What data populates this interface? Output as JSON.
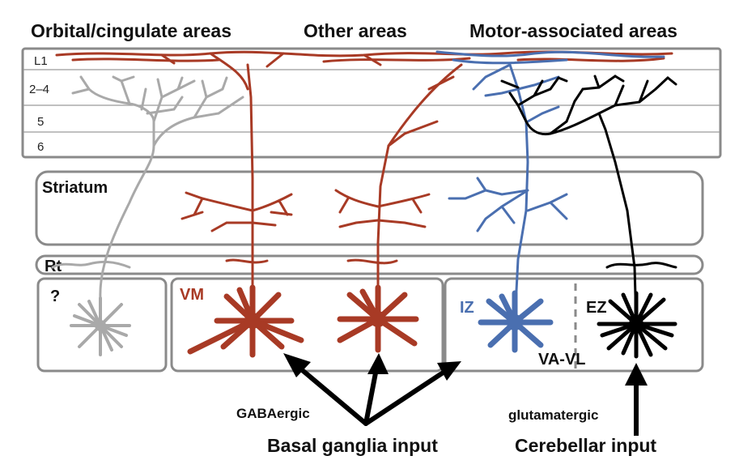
{
  "headers": {
    "orbital": "Orbital/cingulate areas",
    "other": "Other areas",
    "motor": "Motor-associated areas"
  },
  "layers": [
    "L1",
    "2–4",
    "5",
    "6"
  ],
  "regions": {
    "striatum": "Striatum",
    "rt": "Rt",
    "unknown": "?",
    "vm": "VM",
    "iz": "IZ",
    "ez": "EZ",
    "vavl": "VA-VL"
  },
  "inputs": {
    "gaba": "GABAergic",
    "basal": "Basal ganglia input",
    "glut": "glutamatergic",
    "cerebellar": "Cerebellar input"
  },
  "colors": {
    "vm_red": "#a83a25",
    "iz_blue": "#4a6fb0",
    "ez_black": "#000000",
    "unknown_gray": "#a9a9a9",
    "border_gray": "#8a8a8a"
  }
}
